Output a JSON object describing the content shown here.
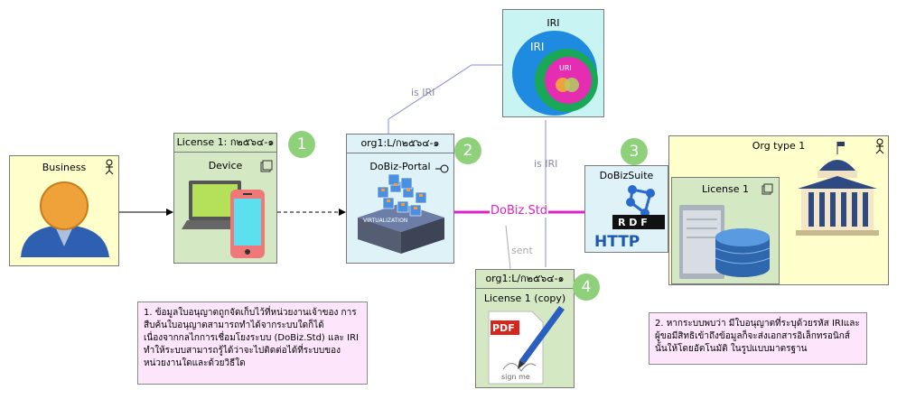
{
  "iri_box": {
    "title": "IRI",
    "outer_label": "IRI",
    "inner_label": "URI"
  },
  "business": {
    "label": "Business"
  },
  "license1": {
    "header": "License 1: ก๒๕๖๔-๑",
    "title": "Device"
  },
  "portal": {
    "header": "org1:L/ก๒๕๖๔-๑",
    "title": "DoBiz-Portal",
    "badge": "VIRTUALIZATION"
  },
  "dobizsuite": {
    "title": "DoBizSuite",
    "rdf": "R D F",
    "http": "HTTP"
  },
  "orgtype": {
    "title": "Org type 1",
    "license": "License 1"
  },
  "copy": {
    "header": "org1:L/ก๒๕๖๔-๑",
    "title": "License 1 (copy)",
    "pdf": "PDF",
    "sign": "sign me"
  },
  "markers": [
    "1",
    "2",
    "3",
    "4"
  ],
  "edges": {
    "is_iri_left": "is IRI",
    "is_iri_right": "is IRI",
    "std": "DoBiz.Std",
    "sent": "sent"
  },
  "notes": {
    "note1": "1. ข้อมูลใบอนุญาตถูกจัดเก็บไว้ที่หน่วยงานเจ้าของ การสืบค้นใบอนุญาตสามารถทำได้จากระบบใดก็ได้ เนื่องจากกลไกการเชื่อมโยงระบบ (DoBiz.Std) และ IRI ทำให้ระบบสามารถรู้ได้ว่าจะไปติดต่อได้ที่ระบบของหน่วยงานใดและด้วยวิธีใด",
    "note2": "2. หากระบบพบว่า มีใบอนุญาตที่ระบุด้วยรหัส IRIและผู้ขอมีสิทธิเข้าถึงข้อมูลก็จะส่งเอกสารอิเล็กทรอนิกส์นั้นให้โดยอัตโนมัติ ในรูปแบบมาตรฐาน"
  },
  "colors": {
    "std_line": "#e020c8",
    "iri_line": "#8a8ae0",
    "marker": "#8fd07a"
  }
}
